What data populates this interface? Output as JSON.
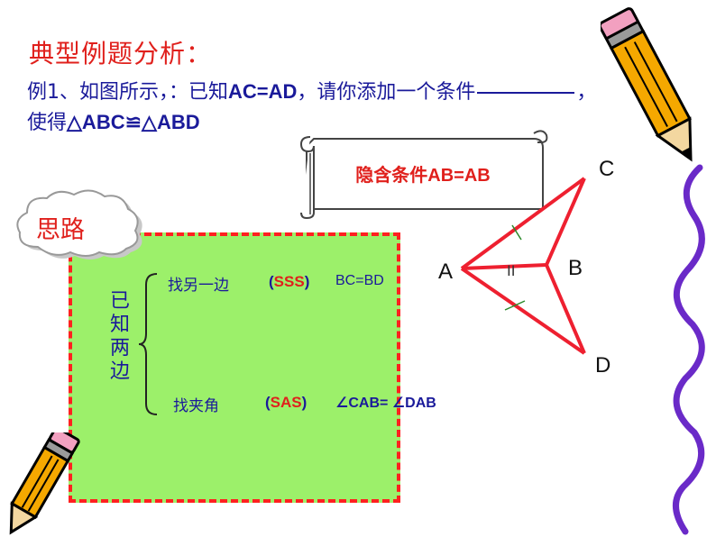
{
  "title": "典型例题分析：",
  "question": {
    "line1_prefix": "例1、如图所示，：已知",
    "line1_given": "AC=AD",
    "line1_suffix": "，请你添加一个条件",
    "line1_end": "，",
    "line2_prefix": "使得",
    "line2_goal": "△ABC≌△ABD"
  },
  "hint": {
    "text": "隐含条件AB=AB"
  },
  "cloud": {
    "label": "思路"
  },
  "thinking": {
    "known_label": "已知两边",
    "case1": {
      "label": "找另一边",
      "method": "SSS",
      "condition": "BC=BD"
    },
    "case2": {
      "label": "找夹角",
      "method": "SAS",
      "condition": "∠CAB= ∠DAB"
    }
  },
  "figure": {
    "points": [
      "A",
      "B",
      "C",
      "D"
    ],
    "tick_mark": "II"
  },
  "colors": {
    "title": "#e0201c",
    "text": "#1a1a9a",
    "box_fill": "#9cf06a",
    "box_border": "#ff2020",
    "triangle": "#ee2030"
  },
  "decorations": [
    "pencil-icon",
    "squiggle-line-icon",
    "scroll-banner-icon",
    "cloud-icon"
  ]
}
